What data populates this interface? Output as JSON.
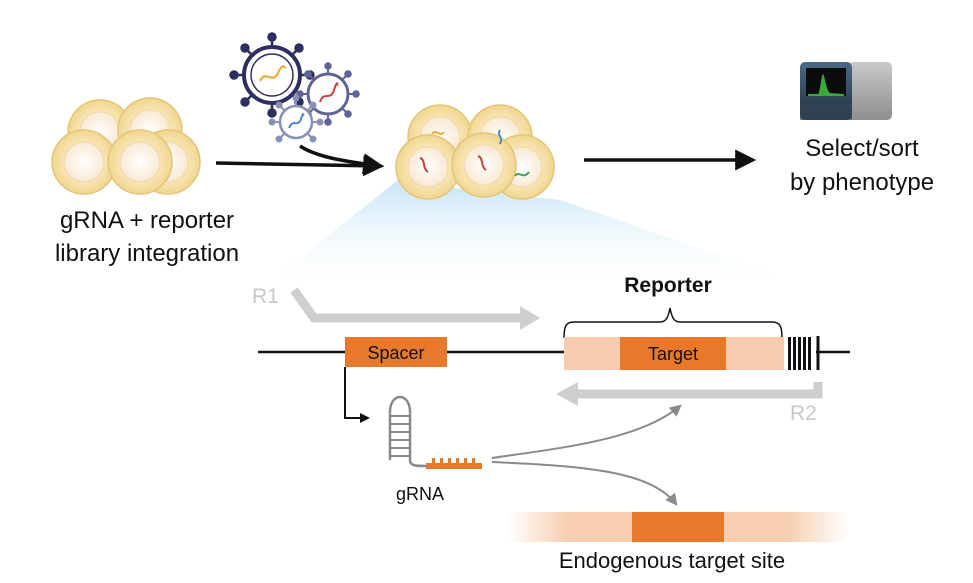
{
  "labels": {
    "integration_line1": "gRNA + reporter",
    "integration_line2": "library integration",
    "select_line1": "Select/sort",
    "select_line2": "by phenotype",
    "reporter": "Reporter",
    "r1": "R1",
    "r2": "R2",
    "spacer": "Spacer",
    "target": "Target",
    "grna": "gRNA",
    "endogenous": "Endogenous target site"
  },
  "colors": {
    "cell_fill": "#f9e6b6",
    "cell_stroke": "#e6c77a",
    "nucleus_fill": "#fbeede",
    "spacer_orange": "#e8792b",
    "reporter_pale": "#f6cbb0",
    "primer_gray": "#cccccc",
    "virus_navy": "#2d2f5e",
    "virus_mid": "#5f6494",
    "virus_light": "#8a90b5",
    "sorter_dark": "#2f3e4e",
    "sorter_green": "#3aa83a",
    "beam_blue": "#bfe3f7"
  },
  "icons": {
    "virus": "virus-icon",
    "sorter": "flow-sorter-icon",
    "cell": "cell-icon"
  }
}
